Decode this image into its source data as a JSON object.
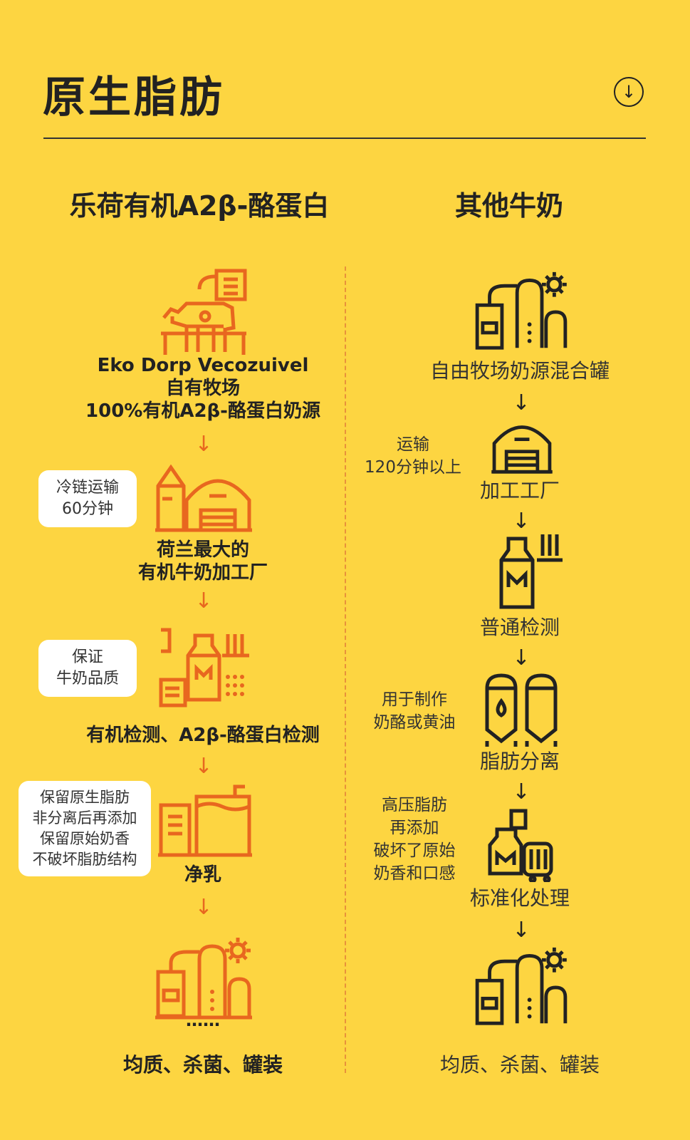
{
  "header": {
    "title": "原生脂肪",
    "scroll_icon": "arrow-down-circle-icon"
  },
  "left": {
    "heading": "乐荷有机A2β-酪蛋白",
    "farm": {
      "line1": "Eko Dorp Vecozuivel",
      "line2": "自有牧场",
      "line3": "100%有机A2β-酪蛋白奶源"
    },
    "factory": {
      "line1": "荷兰最大的",
      "line2": "有机牛奶加工厂"
    },
    "inspection": "有机检测、A2β-酪蛋白检测",
    "purify": "净乳",
    "ellipsis": "……",
    "final": "均质、杀菌、罐装",
    "notes": {
      "cold_chain": {
        "line1": "冷链运输",
        "line2": "60分钟"
      },
      "quality": {
        "line1": "保证",
        "line2": "牛奶品质"
      },
      "fat": {
        "line1": "保留原生脂肪",
        "line2": "非分离后再添加",
        "line3": "保留原始奶香",
        "line4": "不破坏脂肪结构"
      }
    }
  },
  "right": {
    "heading": "其他牛奶",
    "tank": "自由牧场奶源混合罐",
    "factory": "加工工厂",
    "inspection": "普通检测",
    "separation": "脂肪分离",
    "standardize": "标准化处理",
    "final": "均质、杀菌、罐装",
    "side_notes": {
      "transport": {
        "line1": "运输",
        "line2": "120分钟以上"
      },
      "cheese": {
        "line1": "用于制作",
        "line2": "奶酪或黄油"
      },
      "pressure": {
        "line1": "高压脂肪",
        "line2": "再添加",
        "line3": "破坏了原始",
        "line4": "奶香和口感"
      }
    }
  },
  "colors": {
    "background": "#FDD541",
    "accent_orange": "#E8671F",
    "dark": "#222222",
    "divider": "#E8923A"
  }
}
